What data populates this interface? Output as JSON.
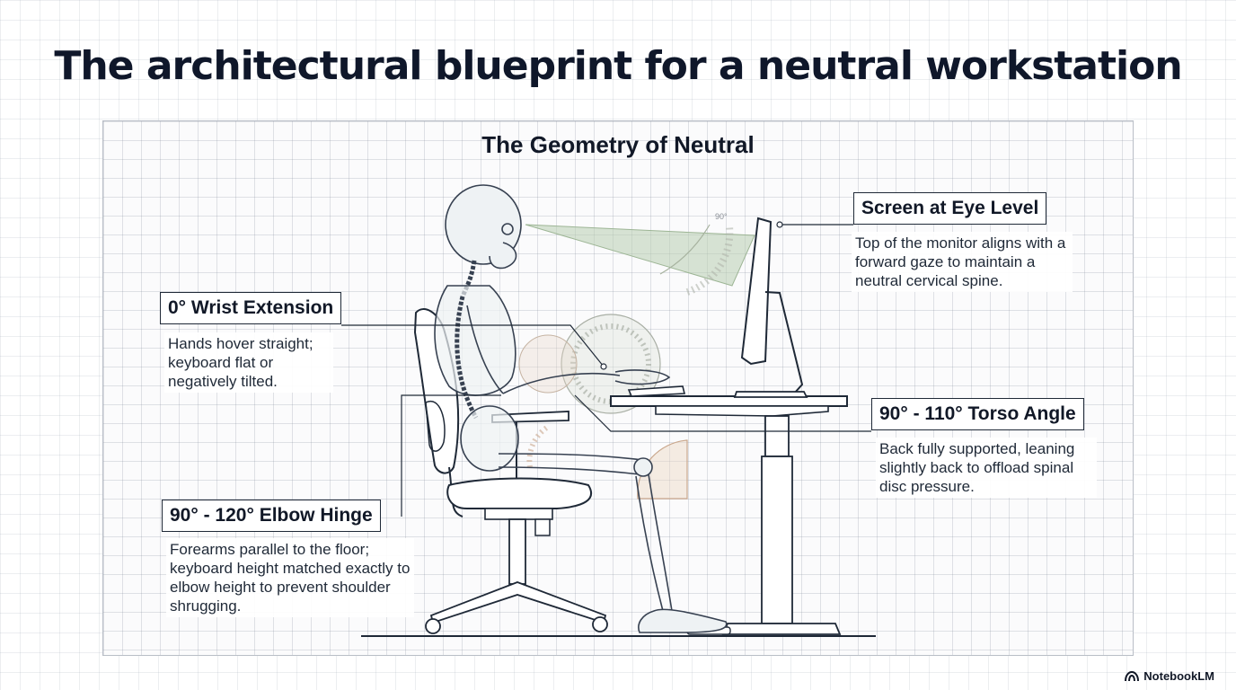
{
  "title": "The architectural blueprint for a neutral workstation",
  "diagram": {
    "title": "The Geometry of Neutral",
    "angle_mark": "90°",
    "callouts": {
      "screen": {
        "label": "Screen at Eye Level",
        "description": "Top of the monitor aligns with a forward gaze to maintain a neutral cervical spine."
      },
      "wrist": {
        "label": "0° Wrist Extension",
        "description": "Hands hover straight; keyboard flat or negatively tilted."
      },
      "torso": {
        "label": "90° - 110° Torso Angle",
        "description": "Back fully supported, leaning slightly back to offload spinal disc pressure."
      },
      "elbow": {
        "label": "90° - 120° Elbow Hinge",
        "description": "Forearms parallel to the floor; keyboard height matched exactly to elbow height to prevent shoulder shrugging."
      }
    }
  },
  "brand": {
    "name": "NotebookLM",
    "icon": "notebooklm-logo-icon"
  },
  "colors": {
    "line": "#1f2937",
    "sight_cone": "#b8cdb0",
    "grid": "#c6cbd3"
  }
}
